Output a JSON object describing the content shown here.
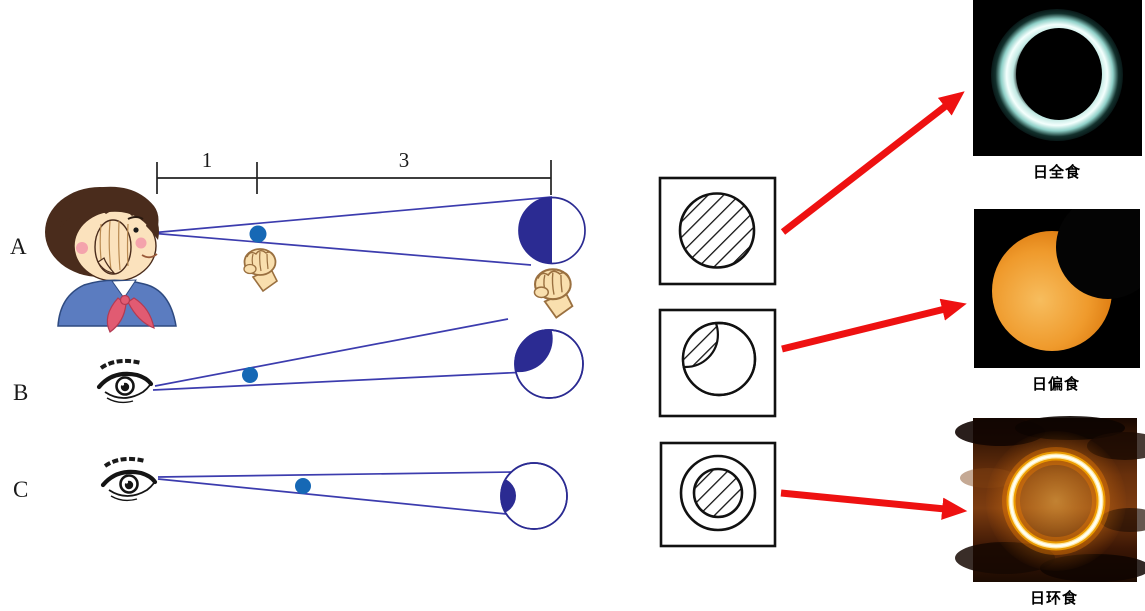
{
  "diagram": {
    "row_labels": [
      {
        "label": "A"
      },
      {
        "label": "B"
      },
      {
        "label": "C"
      }
    ],
    "ruler": {
      "near": "1",
      "far": "3"
    },
    "shadow_boxes": [
      {
        "name": "full-cover-hatched-circle"
      },
      {
        "name": "partial-cover-hatched-crescent"
      },
      {
        "name": "central-cover-hatched-inner-circle"
      }
    ],
    "eclipse_captions": [
      {
        "label": "日全食"
      },
      {
        "label": "日偏食"
      },
      {
        "label": "日环食"
      }
    ],
    "colors": {
      "sight_line": "#3c3cae",
      "shadow_fill": "#2b2b92",
      "ball": "#1668b5",
      "arrow": "#ee1111",
      "hatch": "#111111"
    }
  }
}
